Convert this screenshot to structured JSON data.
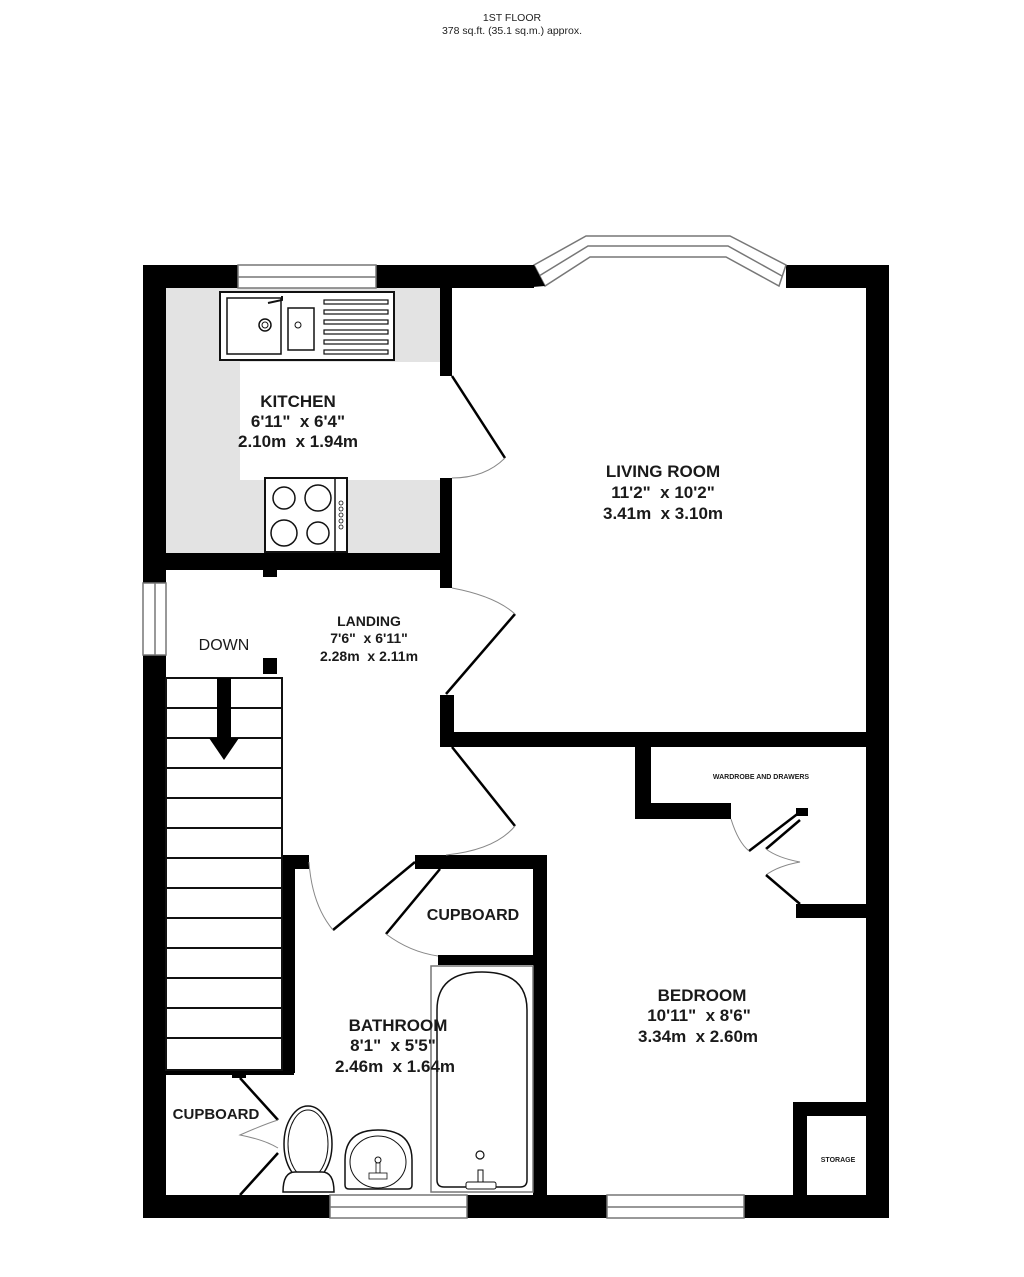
{
  "header": {
    "floor": "1ST FLOOR",
    "area": "378 sq.ft. (35.1 sq.m.) approx."
  },
  "rooms": {
    "kitchen": {
      "name": "KITCHEN",
      "imperial": "6'11\"  x 6'4\"",
      "metric": "2.10m  x 1.94m"
    },
    "living_room": {
      "name": "LIVING ROOM",
      "imperial": "11'2\"  x 10'2\"",
      "metric": "3.41m  x 3.10m"
    },
    "landing": {
      "name": "LANDING",
      "imperial": "7'6\"  x 6'11\"",
      "metric": "2.28m  x 2.11m"
    },
    "bathroom": {
      "name": "BATHROOM",
      "imperial": "8'1\"  x 5'5\"",
      "metric": "2.46m  x 1.64m"
    },
    "bedroom": {
      "name": "BEDROOM",
      "imperial": "10'11\"  x 8'6\"",
      "metric": "3.34m  x 2.60m"
    }
  },
  "labels": {
    "down": "DOWN",
    "cupboard_upper": "CUPBOARD",
    "cupboard_lower": "CUPBOARD",
    "wardrobe": "WARDROBE AND DRAWERS",
    "storage": "STORAGE"
  },
  "colors": {
    "wall": "#000000",
    "kitchen_floor": "#e3e3e3",
    "background": "#ffffff"
  }
}
